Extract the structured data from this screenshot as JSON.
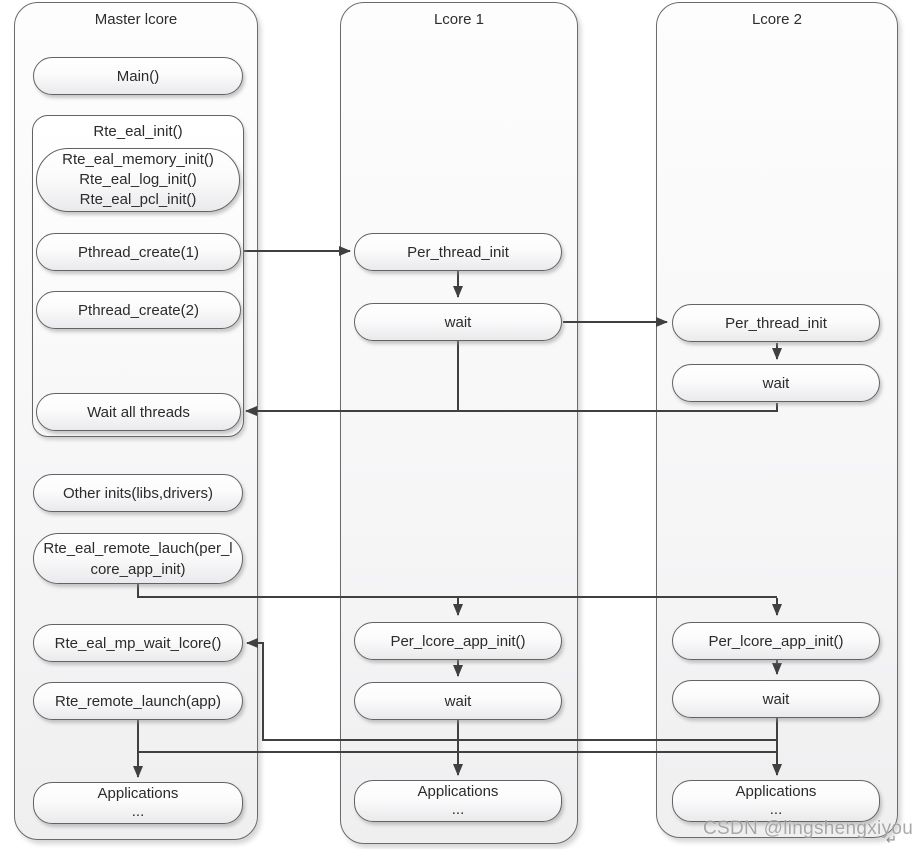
{
  "colors": {
    "line": "#404040",
    "box_border": "#636365",
    "text": "#2b2b2b"
  },
  "master": {
    "title": "Master lcore",
    "main": "Main()",
    "rte_eal_init": "Rte_eal_init()",
    "eal_sub": [
      "Rte_eal_memory_init()",
      "Rte_eal_log_init()",
      "Rte_eal_pcl_init()"
    ],
    "pthread_create_1": "Pthread_create(1)",
    "pthread_create_2": "Pthread_create(2)",
    "wait_all_threads": "Wait all threads",
    "other_inits": "Other inits(libs,drivers)",
    "remote_lauch": [
      "Rte_eal_remote_lauch(per_l",
      "core_app_init)"
    ],
    "mp_wait_lcore": "Rte_eal_mp_wait_lcore()",
    "remote_launch_app": "Rte_remote_launch(app)",
    "applications": "Applications",
    "apps_ellipsis": "..."
  },
  "lcore1": {
    "title": "Lcore 1",
    "per_thread_init": "Per_thread_init",
    "wait_top": "wait",
    "per_lcore_app_init": "Per_lcore_app_init()",
    "wait_bottom": "wait",
    "applications": "Applications",
    "apps_ellipsis": "..."
  },
  "lcore2": {
    "title": "Lcore 2",
    "per_thread_init": "Per_thread_init",
    "wait_top": "wait",
    "per_lcore_app_init": "Per_lcore_app_init()",
    "wait_bottom": "wait",
    "applications": "Applications",
    "apps_ellipsis": "..."
  },
  "watermark": {
    "text": "CSDN @lingshengxiyou",
    "return_symbol": "↵"
  }
}
